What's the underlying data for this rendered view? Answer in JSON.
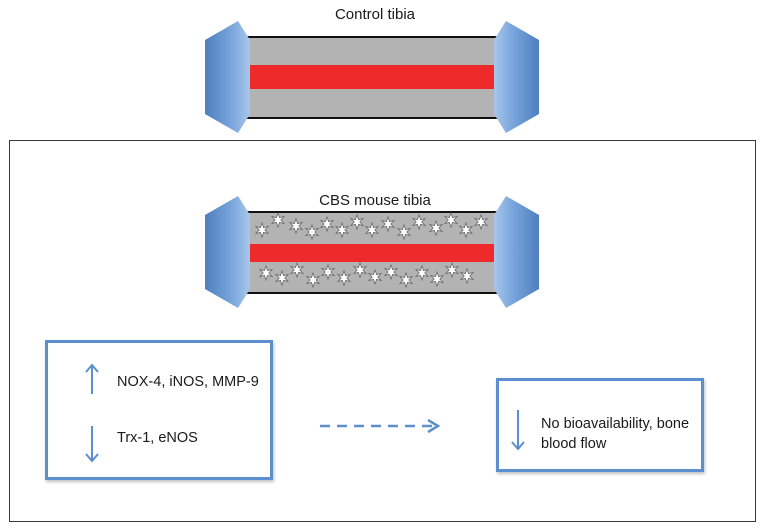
{
  "control": {
    "title": "Control tibia"
  },
  "cbs": {
    "title": "CBS mouse tibia"
  },
  "left_box": {
    "increased": "NOX-4, iNOS, MMP-9",
    "decreased": "Trx-1, eNOS"
  },
  "right_box": {
    "decreased": "No bioavailability, bone blood flow"
  },
  "colors": {
    "bone_end": "#6e9ad6",
    "bone_shaft": "#b3b3b3",
    "blood_vessel": "#ee2a2a",
    "box_border": "#5b8fcd",
    "arrow": "#5b8fcd"
  }
}
